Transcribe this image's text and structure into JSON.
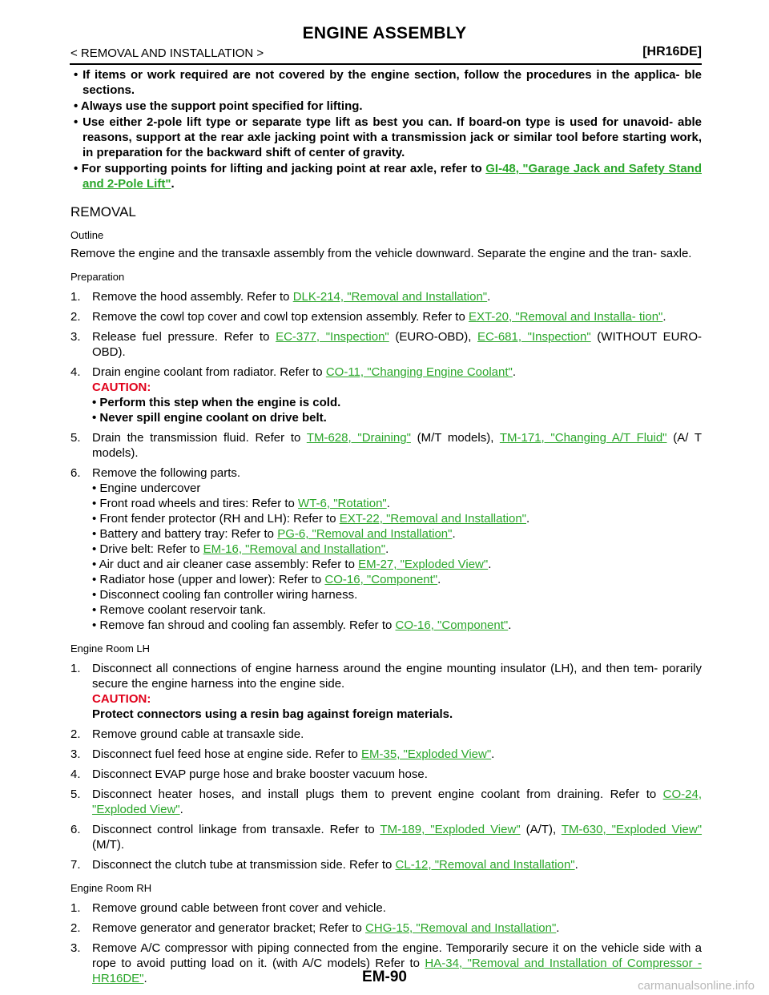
{
  "header": {
    "title": "ENGINE ASSEMBLY",
    "section": "< REMOVAL AND INSTALLATION >",
    "model": "[HR16DE]"
  },
  "bullets": [
    "If items or work required are not covered by the engine section, follow the procedures in the applica- ble sections.",
    "Always use the support point specified for lifting.",
    "Use either 2-pole lift type or separate type lift as best you can. If board-on type is used for unavoid- able reasons, support at the rear axle jacking point with a transmission jack or similar tool before starting work, in preparation for the backward shift of center of gravity."
  ],
  "bullet4": {
    "text": "For supporting points for lifting and jacking point at rear axle, refer to ",
    "link": "GI-48, \"Garage Jack and Safety Stand and 2-Pole Lift\"",
    "end": "."
  },
  "removal": {
    "heading": "REMOVAL",
    "outline": {
      "heading": "Outline",
      "text": "Remove the engine and the transaxle assembly from the vehicle downward. Separate the engine and the tran- saxle."
    },
    "preparation": {
      "heading": "Preparation",
      "s1": {
        "num": "1.",
        "text": "Remove the hood assembly. Refer to ",
        "link": "DLK-214, \"Removal and Installation\"",
        "end": "."
      },
      "s2": {
        "num": "2.",
        "text": "Remove the cowl top cover and cowl top extension assembly. Refer to ",
        "link": "EXT-20, \"Removal and Installa- tion\"",
        "end": "."
      },
      "s3": {
        "num": "3.",
        "text": "Release fuel pressure. Refer to ",
        "link1": "EC-377, \"Inspection\"",
        "mid": " (EURO-OBD), ",
        "link2": "EC-681, \"Inspection\"",
        "end": " (WITHOUT EURO-OBD)."
      },
      "s4": {
        "num": "4.",
        "text": "Drain engine coolant from radiator. Refer to ",
        "link": "CO-11, \"Changing Engine Coolant\"",
        "end": ".",
        "caution": "CAUTION:",
        "c1": "Perform this step when the engine is cold.",
        "c2": "Never spill engine coolant on drive belt."
      },
      "s5": {
        "num": "5.",
        "text": "Drain the transmission fluid. Refer to ",
        "link1": "TM-628, \"Draining\"",
        "mid": " (M/T models), ",
        "link2": "TM-171, \"Changing A/T Fluid\"",
        "end": " (A/ T models)."
      },
      "s6": {
        "num": "6.",
        "text": "Remove the following parts.",
        "i1": "Engine undercover",
        "i2": {
          "text": "Front road wheels and tires: Refer to ",
          "link": "WT-6, \"Rotation\"",
          "end": "."
        },
        "i3": {
          "text": "Front fender protector (RH and LH): Refer to ",
          "link": "EXT-22, \"Removal and Installation\"",
          "end": "."
        },
        "i4": {
          "text": "Battery and battery tray: Refer to ",
          "link": "PG-6, \"Removal and Installation\"",
          "end": "."
        },
        "i5": {
          "text": "Drive belt: Refer to ",
          "link": "EM-16, \"Removal and Installation\"",
          "end": "."
        },
        "i6": {
          "text": "Air duct and air cleaner case assembly: Refer to ",
          "link": "EM-27, \"Exploded View\"",
          "end": "."
        },
        "i7": {
          "text": "Radiator hose (upper and lower): Refer to ",
          "link": "CO-16, \"Component\"",
          "end": "."
        },
        "i8": "Disconnect cooling fan controller wiring harness.",
        "i9": "Remove coolant reservoir tank.",
        "i10": {
          "text": "Remove fan shroud and cooling fan assembly. Refer to ",
          "link": "CO-16, \"Component\"",
          "end": "."
        }
      }
    },
    "lh": {
      "heading": "Engine Room LH",
      "s1": {
        "num": "1.",
        "text": "Disconnect all connections of engine harness around the engine mounting insulator (LH), and then tem- porarily secure the engine harness into the engine side.",
        "caution": "CAUTION:",
        "c1": "Protect connectors using a resin bag against foreign materials."
      },
      "s2": {
        "num": "2.",
        "text": "Remove ground cable at transaxle side."
      },
      "s3": {
        "num": "3.",
        "text": "Disconnect fuel feed hose at engine side. Refer to ",
        "link": "EM-35, \"Exploded View\"",
        "end": "."
      },
      "s4": {
        "num": "4.",
        "text": "Disconnect EVAP purge hose and brake booster vacuum hose."
      },
      "s5": {
        "num": "5.",
        "text": "Disconnect heater hoses, and install plugs them to prevent engine coolant from draining. Refer to ",
        "link": "CO-24, \"Exploded View\"",
        "end": "."
      },
      "s6": {
        "num": "6.",
        "text": "Disconnect control linkage from transaxle. Refer to ",
        "link1": "TM-189, \"Exploded View\"",
        "mid": " (A/T), ",
        "link2": "TM-630, \"Exploded View\"",
        "end": " (M/T)."
      },
      "s7": {
        "num": "7.",
        "text": "Disconnect the clutch tube at transmission side. Refer to ",
        "link": "CL-12, \"Removal and Installation\"",
        "end": "."
      }
    },
    "rh": {
      "heading": "Engine Room RH",
      "s1": {
        "num": "1.",
        "text": "Remove ground cable between front cover and vehicle."
      },
      "s2": {
        "num": "2.",
        "text": "Remove generator and generator bracket; Refer to ",
        "link": "CHG-15, \"Removal and Installation\"",
        "end": "."
      },
      "s3": {
        "num": "3.",
        "text": "Remove A/C compressor with piping connected from the engine. Temporarily secure it on the vehicle side with a rope to avoid putting load on it. (with A/C models) Refer to ",
        "link": "HA-34, \"Removal and Installation of Compressor - HR16DE\"",
        "end": "."
      }
    }
  },
  "footer": {
    "page": "EM-90",
    "watermark": "carmanualsonline.info"
  }
}
